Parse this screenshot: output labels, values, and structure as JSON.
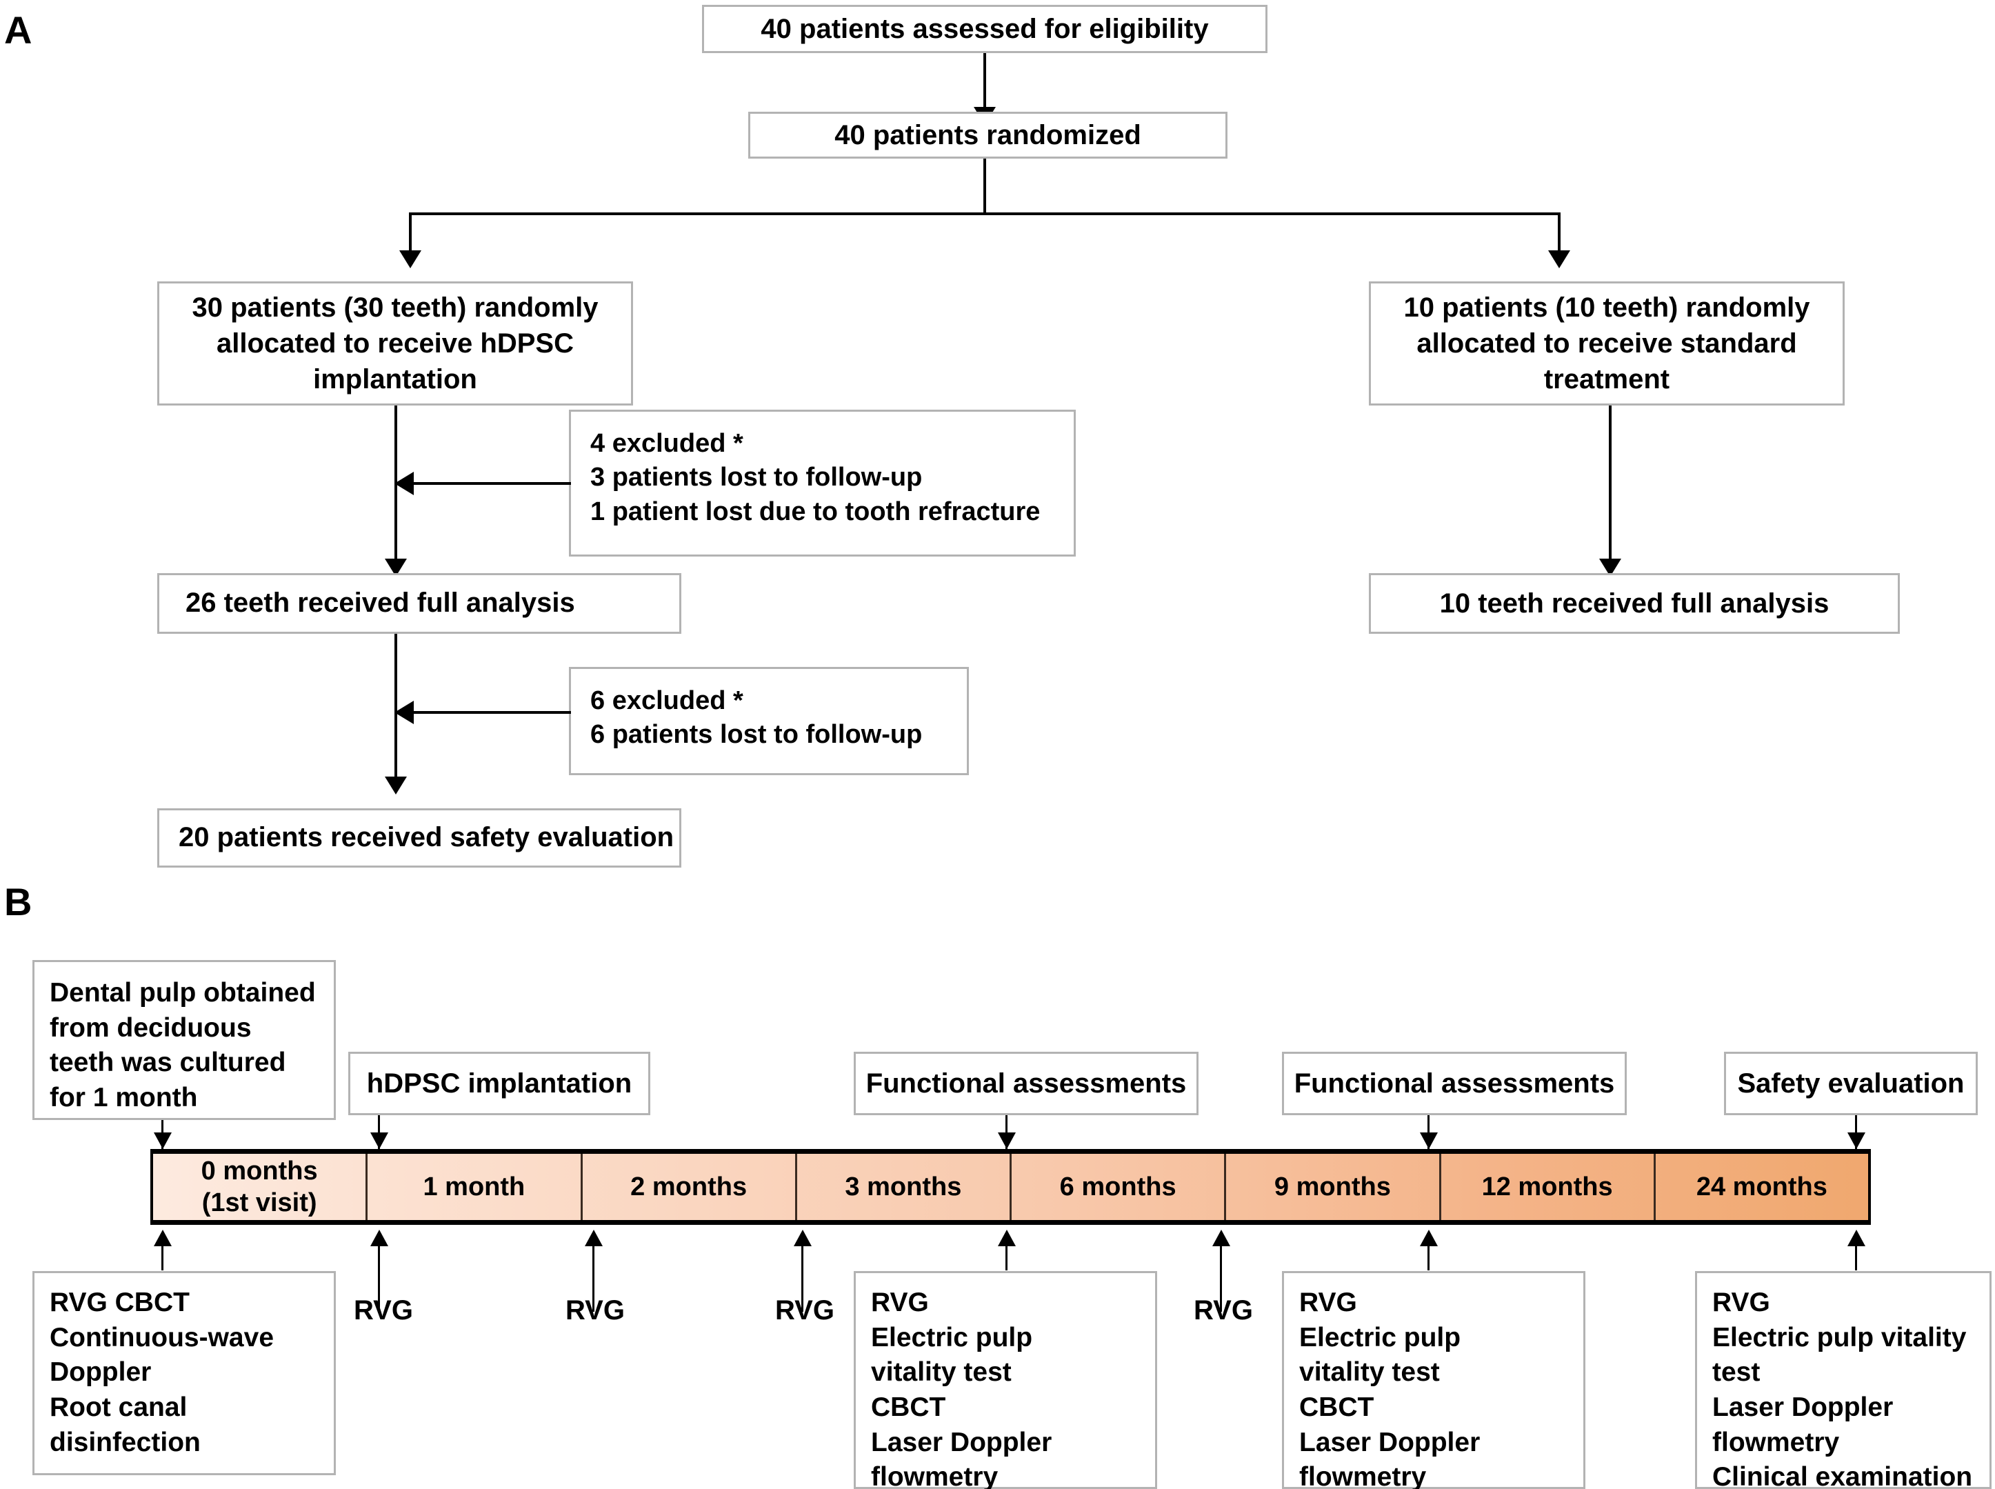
{
  "panels": {
    "a_label": "A",
    "b_label": "B"
  },
  "flowchart": {
    "assessed": "40 patients assessed for eligibility",
    "randomized": "40 patients randomized",
    "left_alloc": "30 patients (30 teeth) randomly\nallocated to receive hDPSC\nimplantation",
    "right_alloc": "10 patients (10 teeth) randomly\nallocated to receive standard\ntreatment",
    "excluded_1": "4 excluded *\n3 patients lost to follow-up\n1 patient lost due to tooth refracture",
    "left_analysis": "26 teeth received full analysis",
    "right_analysis": "10 teeth received full analysis",
    "excluded_2": "6 excluded *\n6 patients  lost to follow-up",
    "safety": "20 patients received  safety evaluation"
  },
  "timeline": {
    "segments": [
      {
        "label": "0 months\n(1st visit)"
      },
      {
        "label": "1 month"
      },
      {
        "label": "2 months"
      },
      {
        "label": "3 months"
      },
      {
        "label": "6 months"
      },
      {
        "label": "9 months"
      },
      {
        "label": "12 months"
      },
      {
        "label": "24 months"
      }
    ],
    "gradient_start": "#fdeadf",
    "gradient_end": "#f0a86f",
    "top_labels": [
      {
        "text": "Dental pulp obtained\nfrom deciduous\nteeth was cultured\nfor 1 month"
      },
      {
        "text": "hDPSC implantation"
      },
      {
        "text": "Functional assessments"
      },
      {
        "text": "Functional assessments"
      },
      {
        "text": "Safety evaluation"
      }
    ],
    "bottom_boxes": [
      {
        "text": "RVG  CBCT\nContinuous-wave\nDoppler\nRoot canal\ndisinfection"
      },
      {
        "text": "RVG\nElectric pulp\nvitality test\nCBCT\nLaser Doppler\nflowmetry"
      },
      {
        "text": "RVG\nElectric pulp\nvitality test\nCBCT\nLaser Doppler\nflowmetry"
      },
      {
        "text": "RVG\nElectric pulp vitality\ntest\nLaser Doppler\nflowmetry\nClinical examination"
      }
    ],
    "rvg_labels": [
      "RVG",
      "RVG",
      "RVG",
      "RVG"
    ]
  }
}
